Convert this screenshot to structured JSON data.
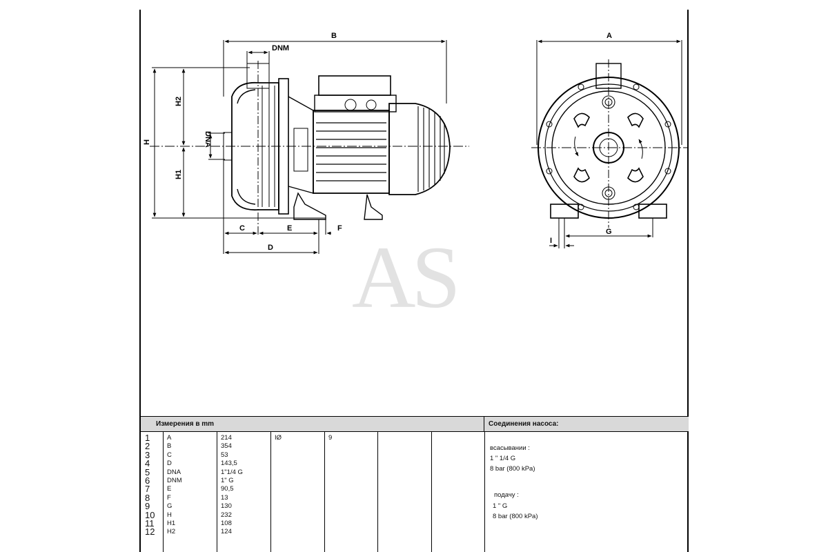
{
  "watermark": "AS",
  "drawing": {
    "side_view_labels": {
      "B": "B",
      "DNM": "DNM",
      "DNA": "DNA",
      "H": "H",
      "H1": "H1",
      "H2": "H2",
      "C": "C",
      "E": "E",
      "F": "F",
      "D": "D"
    },
    "front_view_labels": {
      "A": "A",
      "G": "G",
      "I": "I"
    }
  },
  "spec_table": {
    "header_left": "Измерения в  mm",
    "header_right": "Соединения насоса:",
    "rows": [
      {
        "n": "1",
        "param": "A",
        "value": "214"
      },
      {
        "n": "2",
        "param": "B",
        "value": "354"
      },
      {
        "n": "3",
        "param": "C",
        "value": "53"
      },
      {
        "n": "4",
        "param": "D",
        "value": "143,5"
      },
      {
        "n": "5",
        "param": "DNA",
        "value": "1\"1/4 G"
      },
      {
        "n": "6",
        "param": "DNM",
        "value": "1\" G"
      },
      {
        "n": "7",
        "param": "E",
        "value": "90,5"
      },
      {
        "n": "8",
        "param": "F",
        "value": "13"
      },
      {
        "n": "9",
        "param": "G",
        "value": "130"
      },
      {
        "n": "10",
        "param": "H",
        "value": "232"
      },
      {
        "n": "11",
        "param": "H1",
        "value": "108"
      },
      {
        "n": "12",
        "param": "H2",
        "value": "124"
      }
    ],
    "extra": {
      "param": "IØ",
      "value": "9"
    },
    "connections": {
      "suction_label": "всасывании :",
      "suction_size": "1 \" 1/4 G",
      "suction_pressure": "8 bar (800 kPa)",
      "discharge_label": "подачу :",
      "discharge_size": "1 \" G",
      "discharge_pressure": "8 bar (800 kPa)"
    }
  }
}
